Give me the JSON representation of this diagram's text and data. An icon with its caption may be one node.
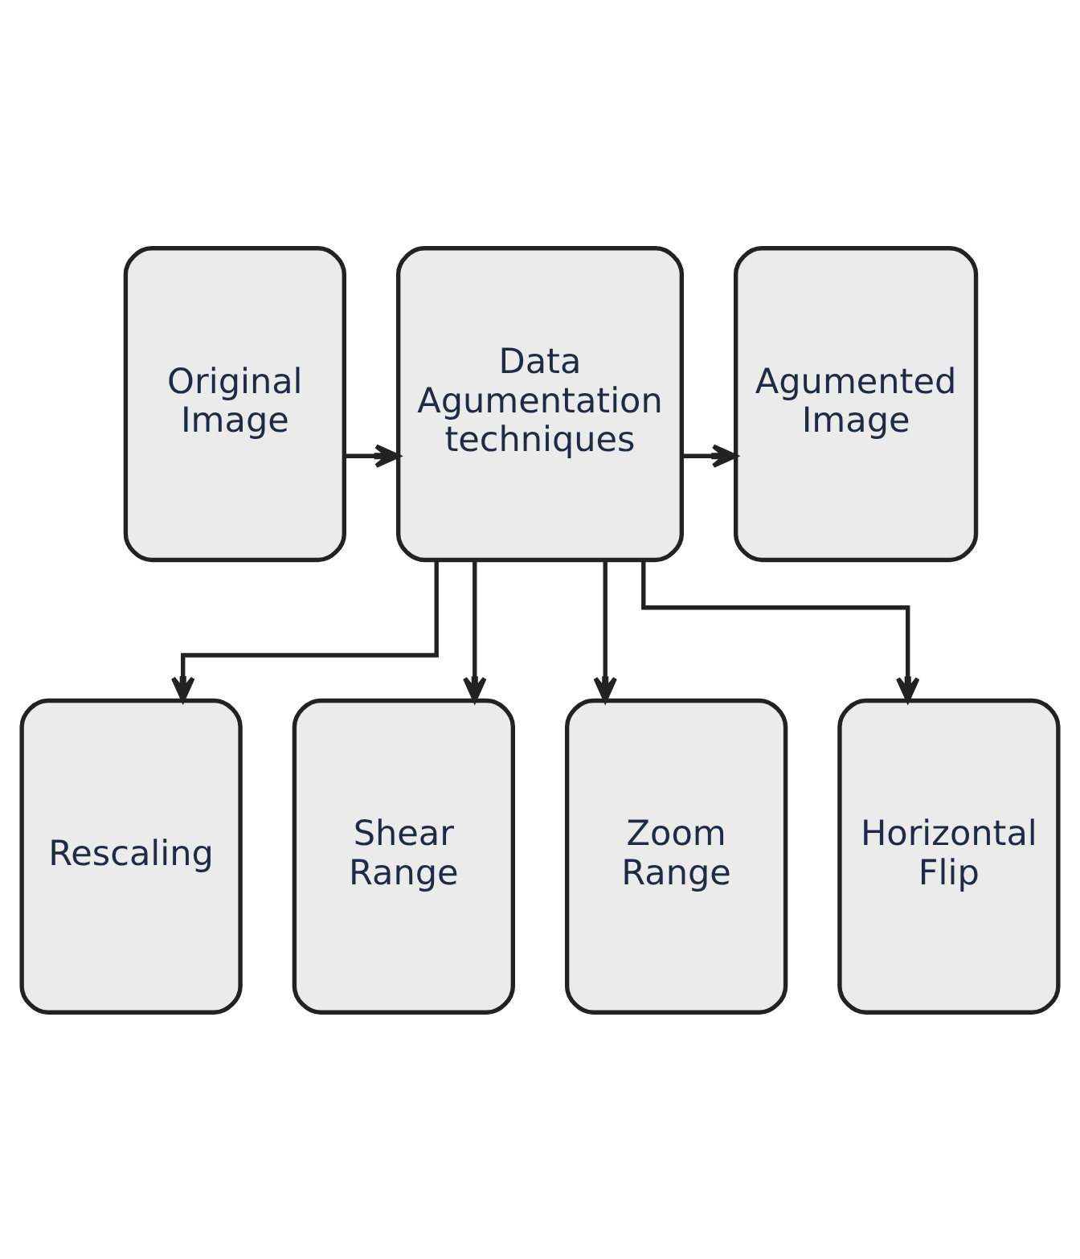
{
  "diagram": {
    "nodes": [
      {
        "text": [
          "Original Image"
        ]
      },
      {
        "text": [
          "Data Agumentation techniques"
        ]
      },
      {
        "text": [
          "Agumented Image"
        ]
      },
      {
        "text": [
          "Rescaling"
        ]
      },
      {
        "text": [
          "Shear Range"
        ]
      },
      {
        "text": [
          "Zoom Range"
        ]
      },
      {
        "text": [
          "Horizontal Flip"
        ]
      }
    ],
    "edges": [
      {
        "from": 0,
        "to": 1,
        "arrow": "to"
      },
      {
        "from": 1,
        "to": 2,
        "arrow": "to"
      },
      {
        "from": 1,
        "to": 3,
        "arrow": "to"
      },
      {
        "from": 1,
        "to": 4,
        "arrow": "to"
      },
      {
        "from": 1,
        "to": 5,
        "arrow": "to"
      },
      {
        "from": 1,
        "to": 6,
        "arrow": "to"
      }
    ]
  }
}
